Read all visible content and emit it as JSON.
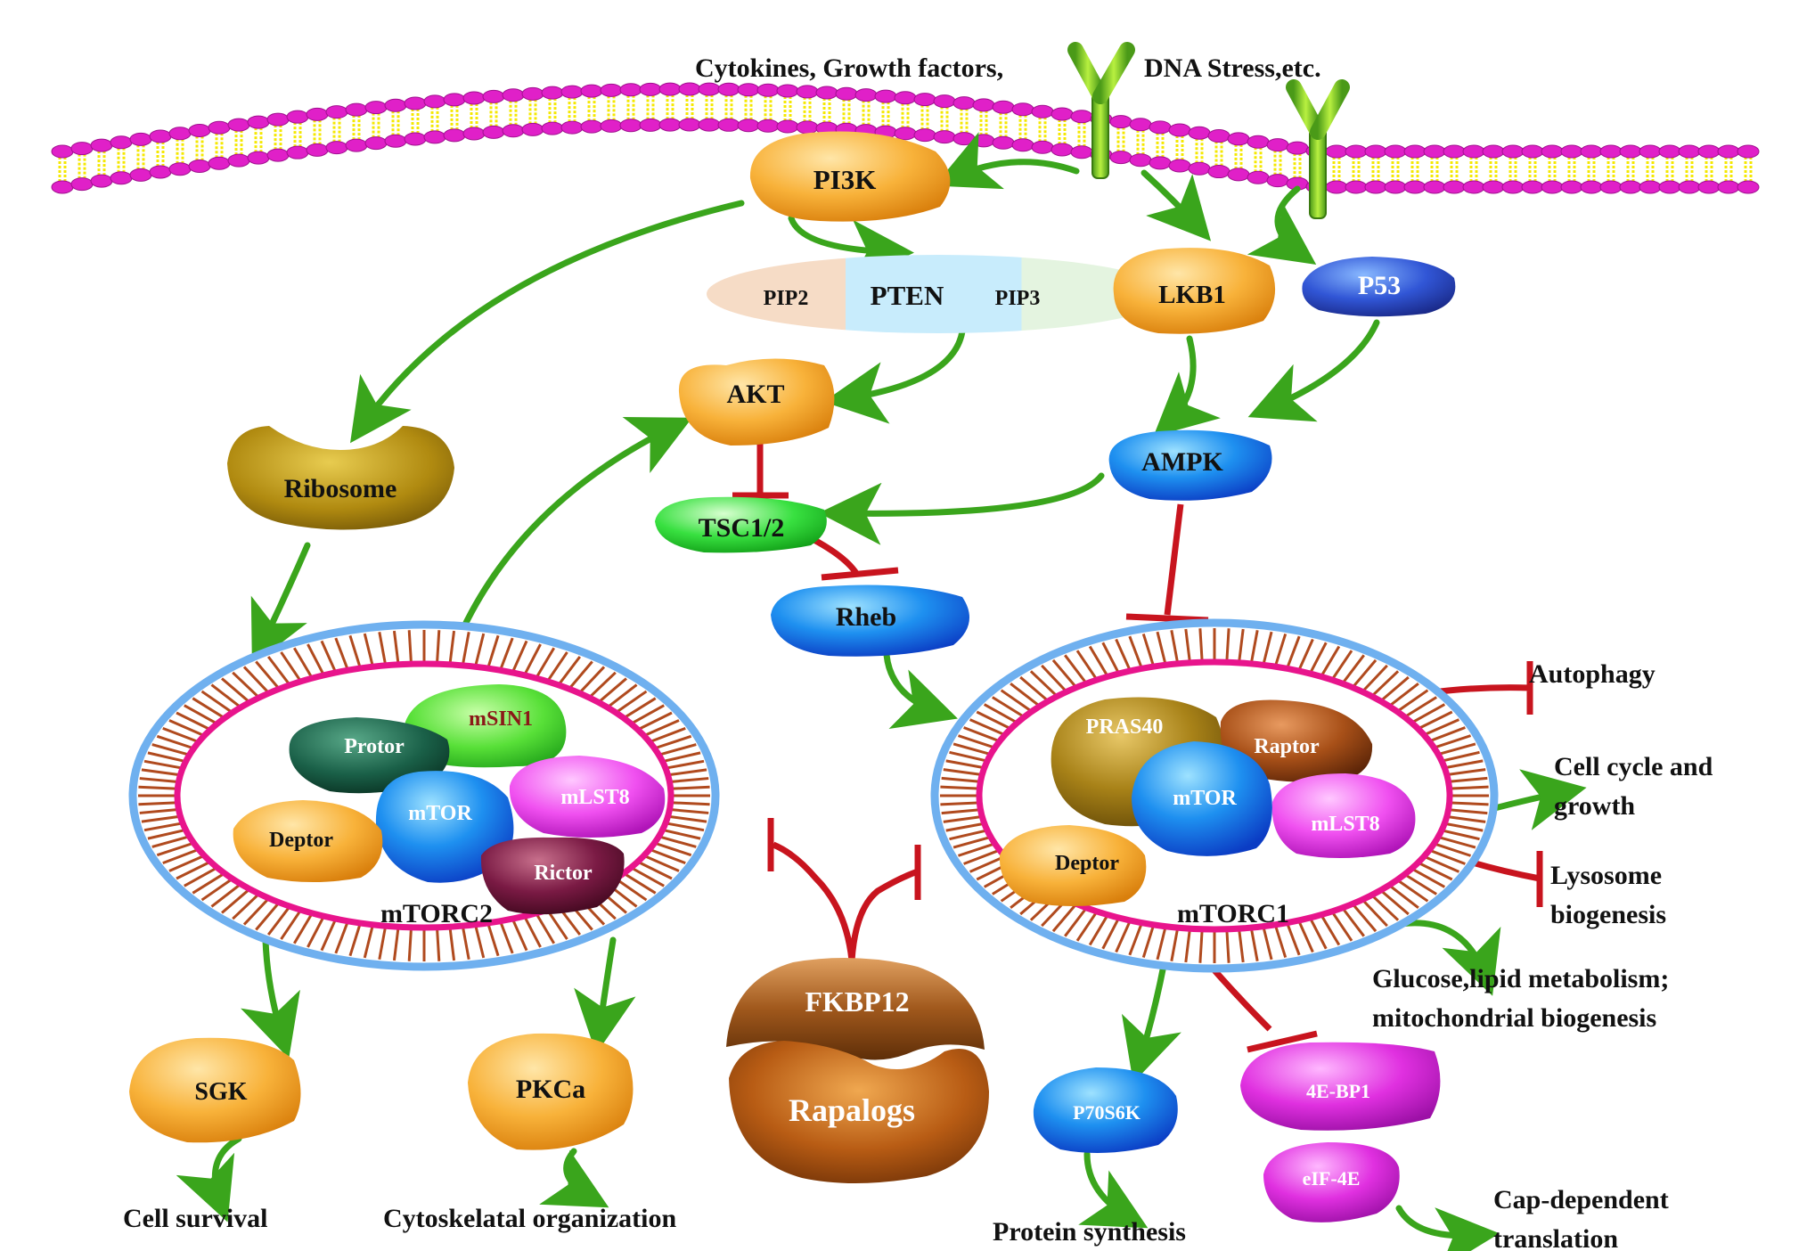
{
  "header": {
    "signals_left": "Cytokines, Growth factors,",
    "signals_right": "DNA Stress,etc."
  },
  "nodes": {
    "pi3k": "PI3K",
    "pip2": "PIP2",
    "pten": "PTEN",
    "pip3": "PIP3",
    "lkb1": "LKB1",
    "p53": "P53",
    "akt": "AKT",
    "ampk": "AMPK",
    "ribosome": "Ribosome",
    "tsc": "TSC1/2",
    "rheb": "Rheb",
    "fkbp12": "FKBP12",
    "rapalogs": "Rapalogs",
    "sgk": "SGK",
    "pkca": "PKCa",
    "p70s6k": "P70S6K",
    "eif4ebp1": "4E-BP1",
    "eif4e": "eIF-4E"
  },
  "mtorc2": {
    "label": "mTORC2",
    "protor": "Protor",
    "msin1": "mSIN1",
    "mtor": "mTOR",
    "mlst8": "mLST8",
    "deptor": "Deptor",
    "rictor": "Rictor"
  },
  "mtorc1": {
    "label": "mTORC1",
    "pras40": "PRAS40",
    "raptor": "Raptor",
    "mtor": "mTOR",
    "mlst8": "mLST8",
    "deptor": "Deptor"
  },
  "outcomes": {
    "autophagy": "Autophagy",
    "cell_cycle_1": "Cell cycle and",
    "cell_cycle_2": "growth",
    "lysosome_1": "Lysosome",
    "lysosome_2": "biogenesis",
    "glucose_1": "Glucose,lipid metabolism;",
    "glucose_2": "mitochondrial biogenesis",
    "cell_survival": "Cell survival",
    "cytoskeletal": "Cytoskelatal organization",
    "protein_synthesis": "Protein synthesis",
    "cap_1": "Cap-dependent",
    "cap_2": "translation"
  },
  "colors": {
    "activation_arrow": "#3aa51c",
    "inhibition": "#c8141e",
    "membrane_head": "#e020c8",
    "membrane_tail": "#f5e800",
    "complex_ring": "#e8148c",
    "complex_outer": "#6fb0ef",
    "complex_spokes": "#b04a1e"
  }
}
